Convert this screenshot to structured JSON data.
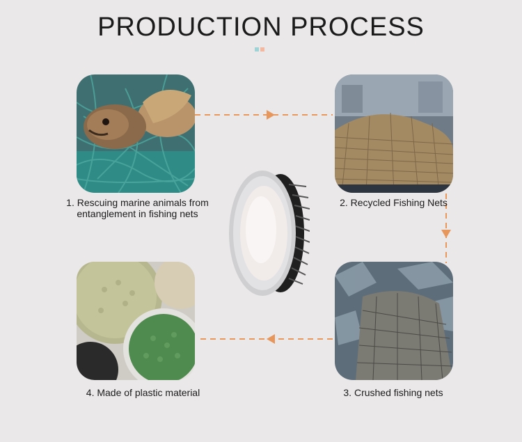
{
  "title": "PRODUCTION PROCESS",
  "accent_colors": {
    "arrow": "#e7965c",
    "dot_left": "#9fd3d6",
    "dot_right": "#f2b8a0"
  },
  "steps": [
    {
      "label_line1": "1. Rescuing marine animals from",
      "label_line2": "entanglement in fishing nets",
      "icon": "sea-turtle-in-net-photo"
    },
    {
      "label": "2. Recycled Fishing Nets",
      "icon": "fishing-net-pile-photo"
    },
    {
      "label": "3. Crushed fishing nets",
      "icon": "crushed-net-photo"
    },
    {
      "label": "4. Made of plastic material",
      "icon": "plastic-pellets-photo"
    }
  ],
  "center_product": {
    "icon": "recessed-led-downlight"
  }
}
